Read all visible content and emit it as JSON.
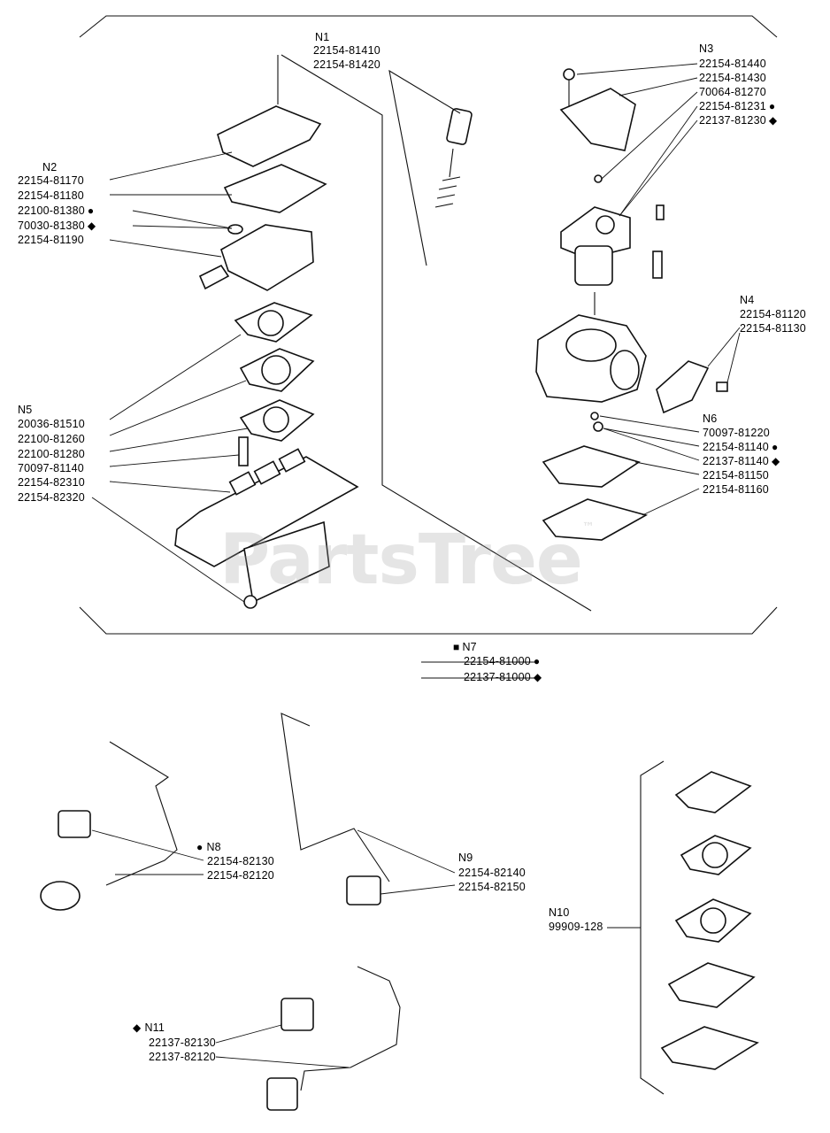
{
  "watermark": {
    "text": "PartsTree",
    "mark": "™"
  },
  "symbols": {
    "circle": "●",
    "diamond": "◆",
    "square": "■"
  },
  "groups": {
    "n1": {
      "title": "N1",
      "parts": [
        "22154-81410",
        "22154-81420"
      ]
    },
    "n2": {
      "title": "N2",
      "parts": [
        "22154-81170",
        "22154-81180",
        "22100-81380",
        "70030-81380",
        "22154-81190"
      ]
    },
    "n3": {
      "title": "N3",
      "parts": [
        "22154-81440",
        "22154-81430",
        "70064-81270",
        "22154-81231",
        "22137-81230"
      ]
    },
    "n4": {
      "title": "N4",
      "parts": [
        "22154-81120",
        "22154-81130"
      ]
    },
    "n5": {
      "title": "N5",
      "parts": [
        "20036-81510",
        "22100-81260",
        "22100-81280",
        "70097-81140",
        "22154-82310",
        "22154-82320"
      ]
    },
    "n6": {
      "title": "N6",
      "parts": [
        "70097-81220",
        "22154-81140",
        "22137-81140",
        "22154-81150",
        "22154-81160"
      ]
    },
    "n7": {
      "title": "N7",
      "parts": [
        "22154-81000",
        "22137-81000"
      ]
    },
    "n8": {
      "title": "N8",
      "parts": [
        "22154-82130",
        "22154-82120"
      ]
    },
    "n9": {
      "title": "N9",
      "parts": [
        "22154-82140",
        "22154-82150"
      ]
    },
    "n10": {
      "title": "N10",
      "parts": [
        "99909-128"
      ]
    },
    "n11": {
      "title": "N11",
      "parts": [
        "22137-82130",
        "22137-82120"
      ]
    }
  }
}
